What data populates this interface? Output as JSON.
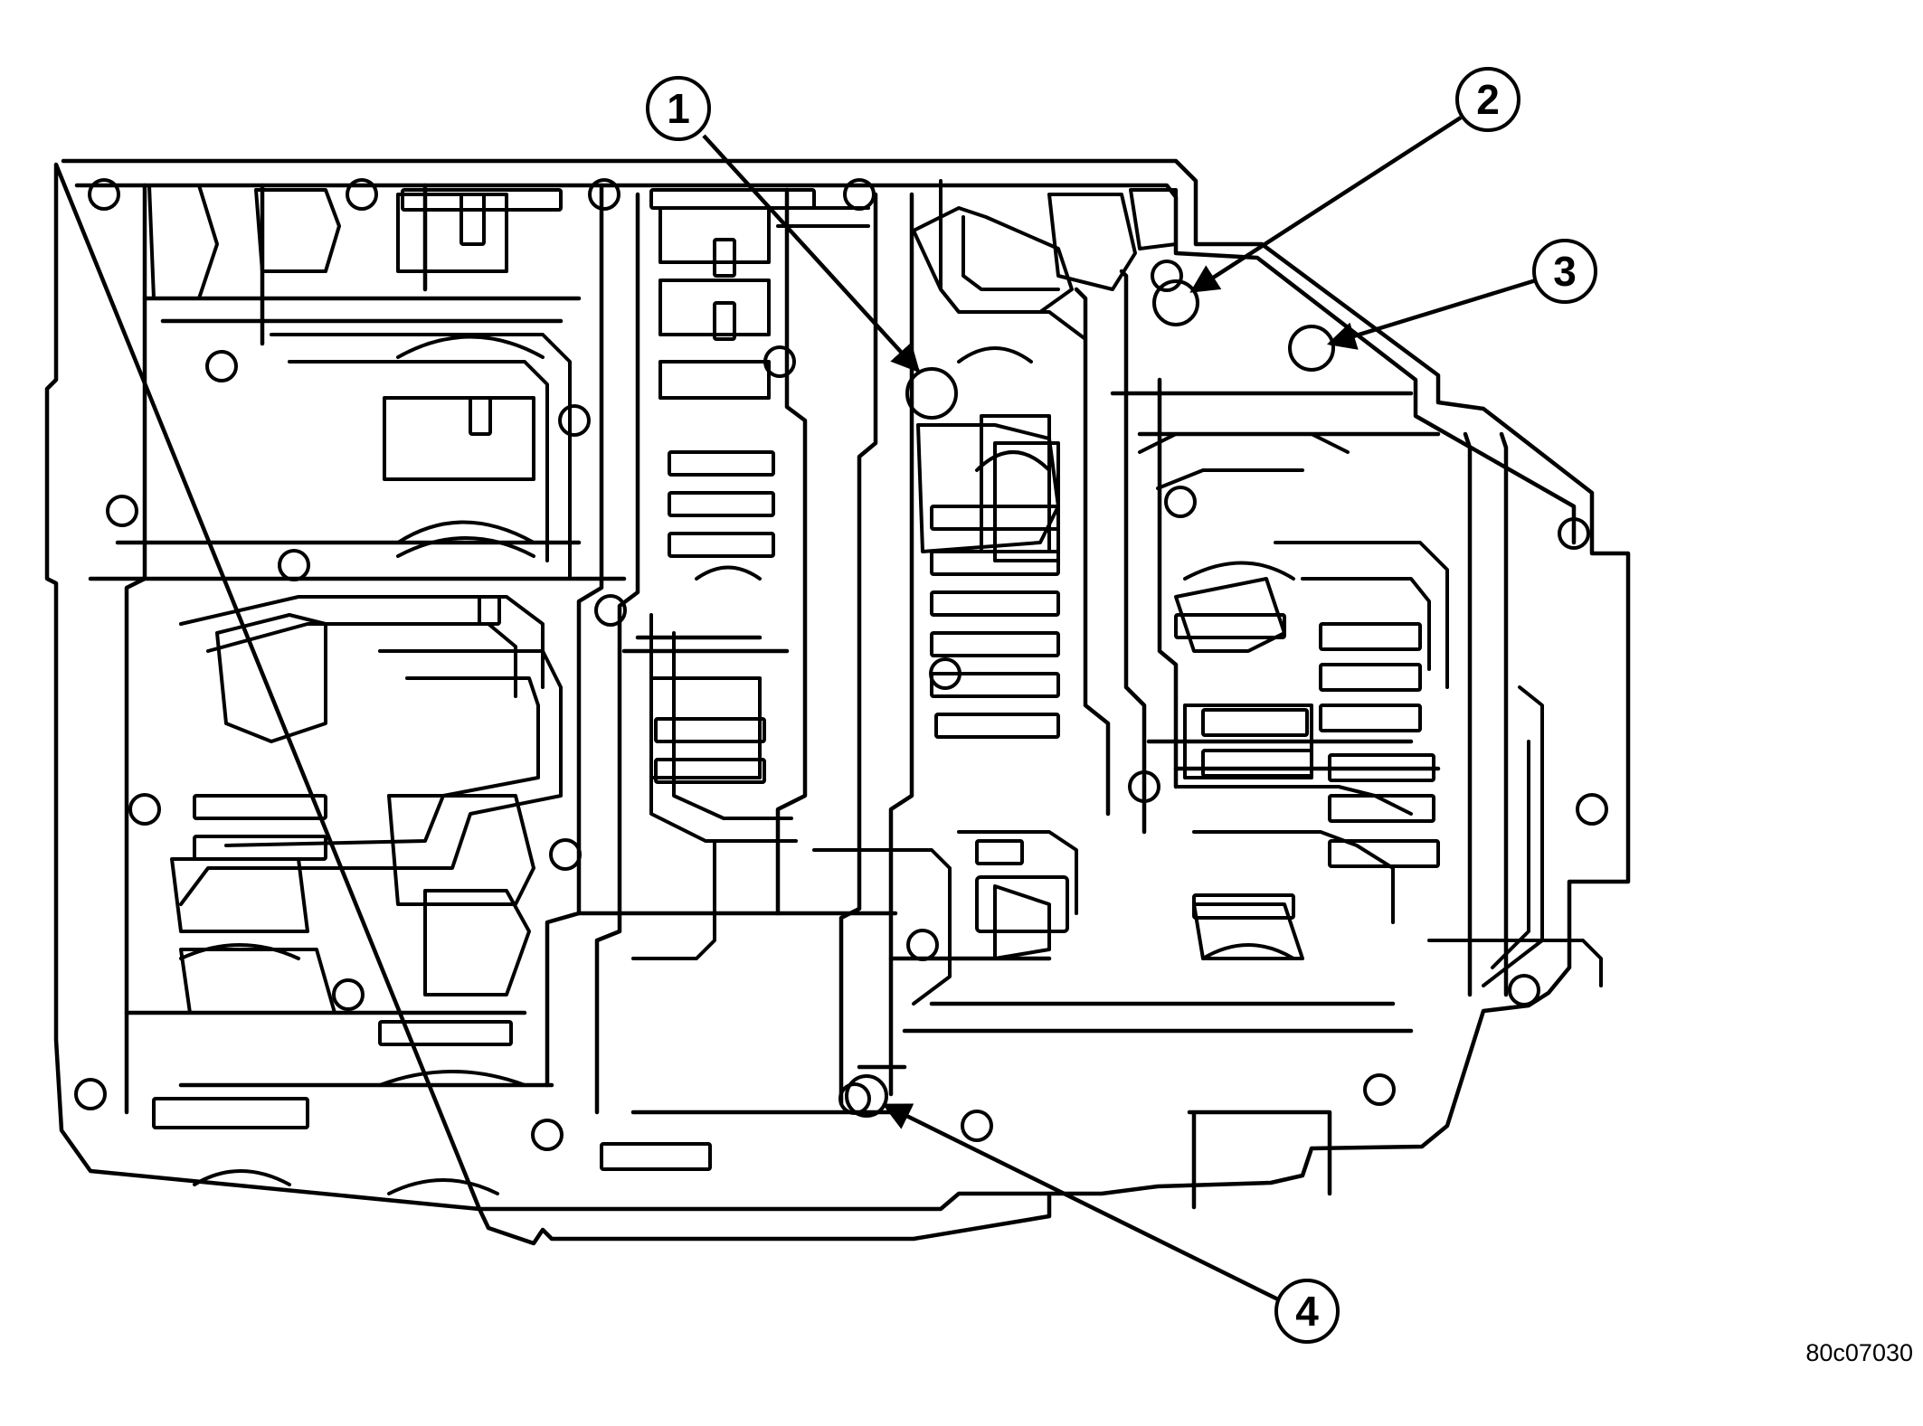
{
  "figure": {
    "code": "80c07030",
    "ink_color": "#000000",
    "paper_color": "#ffffff"
  },
  "callouts": [
    {
      "number": "1"
    },
    {
      "number": "2"
    },
    {
      "number": "3"
    },
    {
      "number": "4"
    }
  ]
}
